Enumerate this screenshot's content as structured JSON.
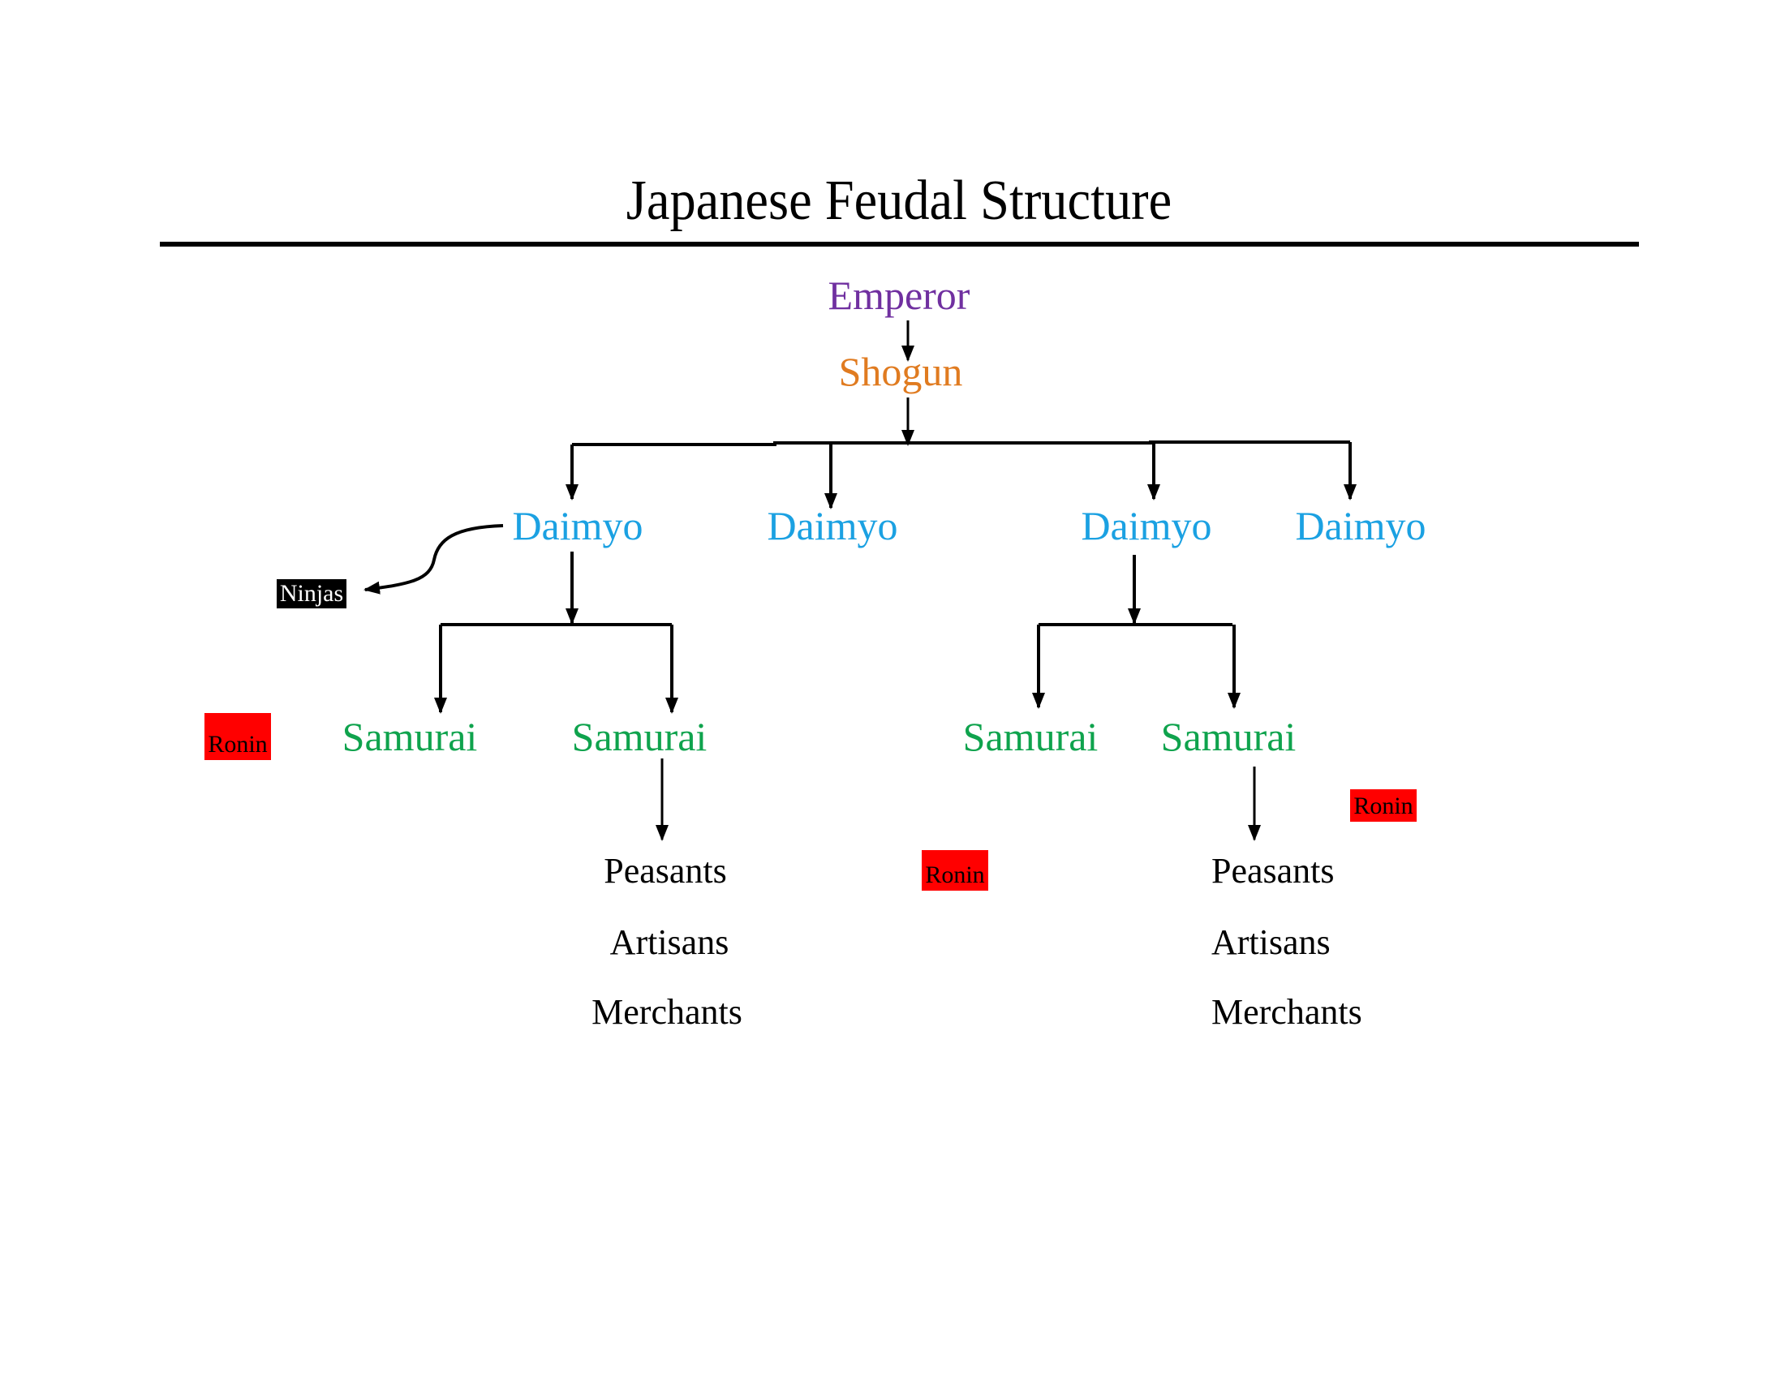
{
  "title": "Japanese Feudal Structure",
  "colors": {
    "emperor": "#7030a0",
    "shogun": "#e07b20",
    "daimyo": "#1ba1e2",
    "samurai": "#0fa34d",
    "ronin_bg": "#ff0000",
    "ninja_bg": "#000000"
  },
  "nodes": {
    "emperor": "Emperor",
    "shogun": "Shogun",
    "daimyo": [
      "Daimyo",
      "Daimyo",
      "Daimyo",
      "Daimyo"
    ],
    "samurai": [
      "Samurai",
      "Samurai",
      "Samurai",
      "Samurai"
    ],
    "ninjas": "Ninjas",
    "ronin": [
      "Ronin",
      "Ronin",
      "Ronin"
    ],
    "commoners_left": [
      "Peasants",
      "Artisans",
      "Merchants"
    ],
    "commoners_right": [
      "Peasants",
      "Artisans",
      "Merchants"
    ]
  },
  "edges": [
    {
      "from": "Emperor",
      "to": "Shogun"
    },
    {
      "from": "Shogun",
      "to": "Daimyo 1"
    },
    {
      "from": "Shogun",
      "to": "Daimyo 2"
    },
    {
      "from": "Shogun",
      "to": "Daimyo 3"
    },
    {
      "from": "Shogun",
      "to": "Daimyo 4"
    },
    {
      "from": "Daimyo 1",
      "to": "Ninjas"
    },
    {
      "from": "Daimyo 1",
      "to": "Samurai 1"
    },
    {
      "from": "Daimyo 1",
      "to": "Samurai 2"
    },
    {
      "from": "Daimyo 3",
      "to": "Samurai 3"
    },
    {
      "from": "Daimyo 3",
      "to": "Samurai 4"
    },
    {
      "from": "Samurai 2",
      "to": "Peasants / Artisans / Merchants (left)"
    },
    {
      "from": "Samurai 4",
      "to": "Peasants / Artisans / Merchants (right)"
    }
  ]
}
